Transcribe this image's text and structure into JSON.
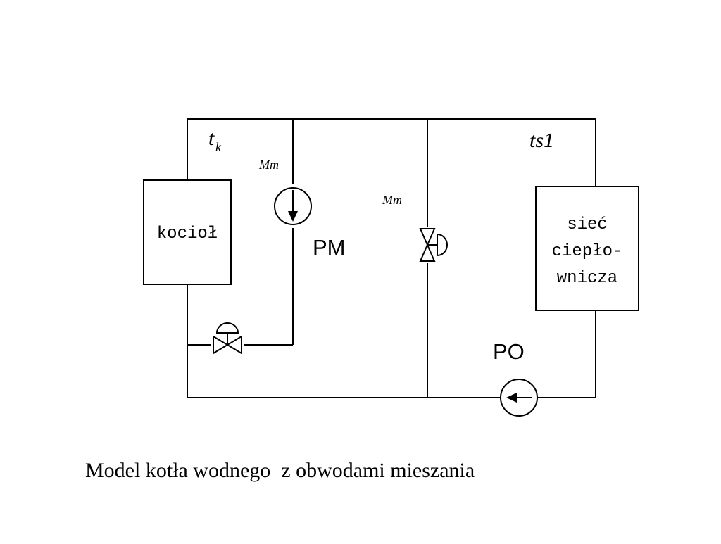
{
  "labels": {
    "t_main": "t",
    "t_sub": "k",
    "ts1": "ts1",
    "mm_left": "Mm",
    "mm_right": "Mm",
    "pm": "PM",
    "po": "PO"
  },
  "boiler": {
    "label": "kocioł"
  },
  "network": {
    "lines": [
      "sieć",
      "ciepło-",
      "wnicza"
    ]
  },
  "caption": "Model kotła wodnego  z obwodami mieszania"
}
